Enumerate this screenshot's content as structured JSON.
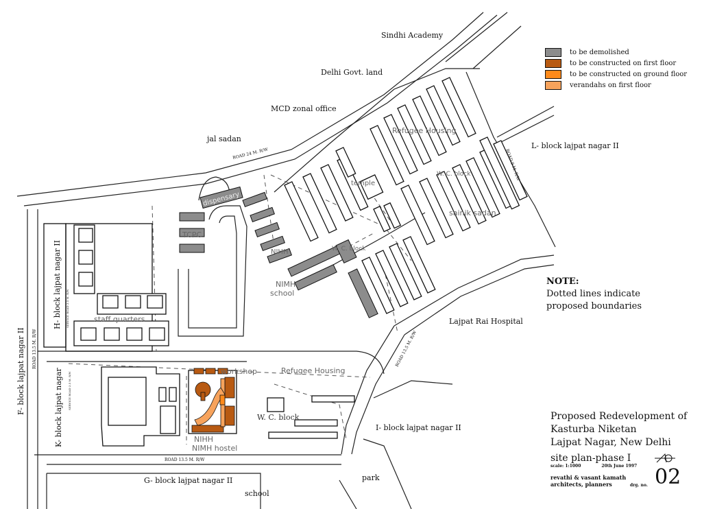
{
  "title_block": {
    "line1": "Proposed Redevelopment of",
    "line2": "Kasturba Niketan",
    "line3": "Lajpat Nagar, New Delhi",
    "phase": "site plan-phase I",
    "scale": "scale: 1:1000",
    "date": "20th June 1997",
    "firm_line1": "revathi & vasant kamath",
    "firm_line2": "architects, planners",
    "drg_label": "drg. no.",
    "drg_no": "02"
  },
  "legend": [
    {
      "label": "to be demolished",
      "color": "#8c8c8c"
    },
    {
      "label": "to be constructed on first floor",
      "color": "#b85a12"
    },
    {
      "label": "to be constructed on ground floor",
      "color": "#ff8a1a"
    },
    {
      "label": "verandahs on first floor",
      "color": "#f7a35c"
    }
  ],
  "note": {
    "heading": "NOTE:",
    "line1": "Dotted lines indicate",
    "line2": "proposed boundaries"
  },
  "labels": {
    "sindhi_academy": "Sindhi Academy",
    "delhi_govt_land": "Delhi Govt. land",
    "mcd_zonal_office": "MCD zonal office",
    "jal_sadan": "jal sadan",
    "l_block": "L- block lajpat nagar II",
    "h_block": "H- block lajpat nagar II",
    "f_block": "F- block lajpat nagar II",
    "k_block": "K- block lajpat nagar",
    "g_block": "G- block lajpat nagar II",
    "i_block": "I- block lajpat nagar II",
    "lajpat_rai_hospital": "Lajpat Rai Hospital",
    "park": "park",
    "school_bottom": "school",
    "refugee_housing_top": "Refugee Housing",
    "refugee_housing_bottom": "Refugee Housing",
    "temple": "temple",
    "wc_block_1": "W. C. block",
    "wc_block_2": "W. C. block",
    "wc_block_3": "W. C. block",
    "sainik_sadan": "sainik sadan",
    "dispensary": "dispensary",
    "tcpc": "TCPC",
    "nihh_top": "NIHH",
    "nimh_school_1": "NIMH",
    "nimh_school_2": "school",
    "staff_quarters": "staff quarters",
    "workshop": "workshop",
    "nihh_hostel_1": "NIHH",
    "nihh_hostel_2": "NIMH hostel",
    "road_24": "ROAD 24 M. R/W",
    "road_13_5_bottom": "ROAD 13.5 M. R/W",
    "road_13_5_left": "ROAD 13.5 M. R/W",
    "road_13_5_right": "ROAD 13.5 M. R/W",
    "road_9": "ROAD 9 M. R/W",
    "service_road_1": "SERVICE ROAD 3.5 M. R/W",
    "service_road_2": "SERVICE ROAD 3.5 M. R/W"
  }
}
